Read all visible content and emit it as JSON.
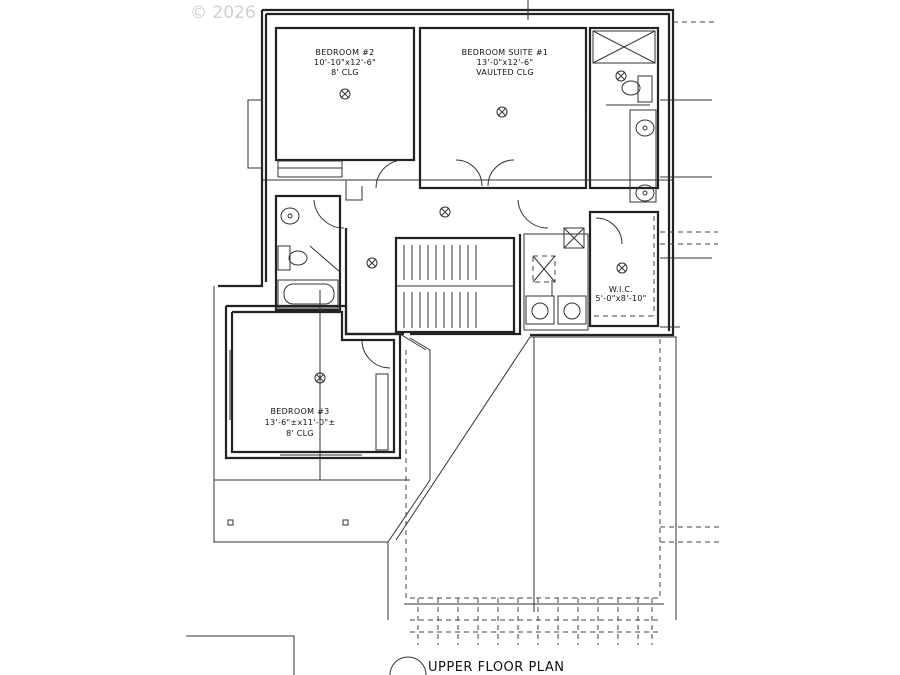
{
  "watermark": "© 2026",
  "title": "UPPER FLOOR PLAN",
  "rooms": {
    "bedroom2": {
      "name": "BEDROOM #2",
      "size": "10'-10\"x12'-6\"",
      "ceiling": "8' CLG"
    },
    "suite1": {
      "name": "BEDROOM SUITE #1",
      "size": "13'-0\"x12'-6\"",
      "ceiling": "VAULTED CLG"
    },
    "wic": {
      "name": "W.I.C.",
      "size": "5'-0\"x8'-10\""
    },
    "bedroom3": {
      "name": "BEDROOM #3",
      "size": "13'-6\"±x11'-0\"±",
      "ceiling": "8' CLG"
    }
  },
  "icons": [
    "ceiling-light-icon",
    "toilet-icon",
    "sink-icon",
    "bathtub-icon",
    "shower-icon",
    "washer-icon",
    "dryer-icon",
    "stair-icon",
    "door-swing-icon",
    "north-marker-icon"
  ]
}
